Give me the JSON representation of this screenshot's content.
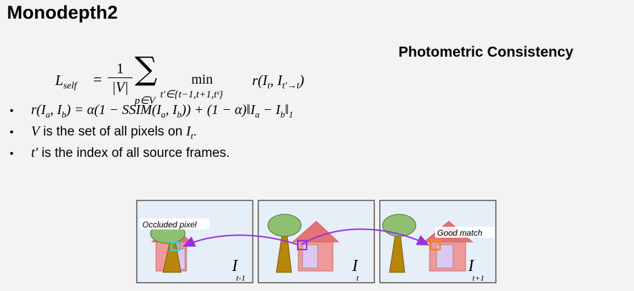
{
  "title": "Monodepth2",
  "equation": {
    "lhs": "L",
    "lhs_sub": "self",
    "equals": "=",
    "frac_num": "1",
    "frac_den": "|V|",
    "sigma": "∑",
    "sigma_sub": "p∈V",
    "min_op": "min",
    "min_sub": "t′∈{t−1,t+1,tˢ}",
    "r_term": "r(I",
    "r_sub1": "t",
    "r_mid": ", I",
    "r_sub2": "t′→t",
    "r_close": ")"
  },
  "side_label": "Photometric Consistency",
  "bullets": [
    {
      "dot": "•",
      "math": "r(I",
      "s1": "a",
      "m2": ", I",
      "s2": "b",
      "m3": ") = α(1 − SSIM(I",
      "s3": "a",
      "m4": ", I",
      "s4": "b",
      "m5": ")) + (1 − α)‖I",
      "s5": "a",
      "m6": " − I",
      "s6": "b",
      "m7": "‖",
      "s7": "1"
    },
    {
      "dot": "•",
      "math": "V",
      "text": " is the set of all pixels on ",
      "math2": "I",
      "sub2": "t",
      "tail": "."
    },
    {
      "dot": "•",
      "math": "t′",
      "text": " is the index of all source frames."
    }
  ],
  "figure": {
    "panels": [
      {
        "frame": "I",
        "frame_sub": "t-1",
        "label": "Occluded pixel"
      },
      {
        "frame": "I",
        "frame_sub": "t",
        "label": ""
      },
      {
        "frame": "I",
        "frame_sub": "t+1",
        "label": "Good match"
      }
    ],
    "colors": {
      "arrow": "#9b30e0",
      "occluded_box": "#2bd4e8",
      "match_box": "#f08a1c",
      "center_box": "#9b30e0",
      "house": "#ef9a9a",
      "roof": "#e57373",
      "door": "#dcc8f0",
      "tree_crown": "#8fbf70",
      "trunk": "#b8860b",
      "sky": "#e6eef8"
    }
  }
}
